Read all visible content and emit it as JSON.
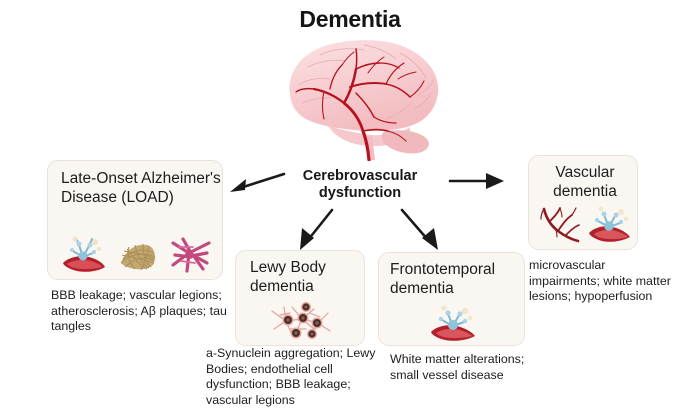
{
  "title": "Dementia",
  "center": {
    "label": "Cerebrovascular dysfunction"
  },
  "illustration": {
    "brain": "brain-lateral-vasculature-illustration"
  },
  "nodes": [
    {
      "id": "load",
      "title": "Late-Onset Alzheimer's Disease (LOAD)",
      "caption": "BBB leakage; vascular legions; atherosclerosis; Aβ plaques; tau tangles",
      "icons": [
        "astrocyte-vessel-icon",
        "amyloid-plaque-icon",
        "tau-tangles-icon"
      ]
    },
    {
      "id": "lewy",
      "title": "Lewy Body dementia",
      "caption": "a-Synuclein aggregation; Lewy Bodies; endothelial cell dysfunction; BBB leakage; vascular legions",
      "icons": [
        "lewy-body-neuron-icon"
      ]
    },
    {
      "id": "ftd",
      "title": "Frontotemporal dementia",
      "caption": "White matter alterations; small vessel disease",
      "icons": [
        "astrocyte-vessel-icon"
      ]
    },
    {
      "id": "vascular",
      "title": "Vascular dementia",
      "caption": "microvascular impairments; white matter lesions; hypoperfusion",
      "icons": [
        "branching-vessel-icon",
        "astrocyte-vessel-icon"
      ]
    }
  ],
  "arrows": [
    {
      "id": "arrow-left",
      "name": "arrow-to-load",
      "direction": "left"
    },
    {
      "id": "arrow-right",
      "name": "arrow-to-vascular",
      "direction": "right"
    },
    {
      "id": "arrow-dl",
      "name": "arrow-to-lewy-body",
      "direction": "down-left"
    },
    {
      "id": "arrow-dr",
      "name": "arrow-to-frontotemporal",
      "direction": "down-right"
    }
  ],
  "colors": {
    "box_background": "#faf6f2",
    "box_border": "#e9e2dc",
    "text": "#1d1d1d",
    "brain_fill": "#f7d4d6",
    "artery": "#b7121f",
    "arrow": "#1a1a1a"
  }
}
